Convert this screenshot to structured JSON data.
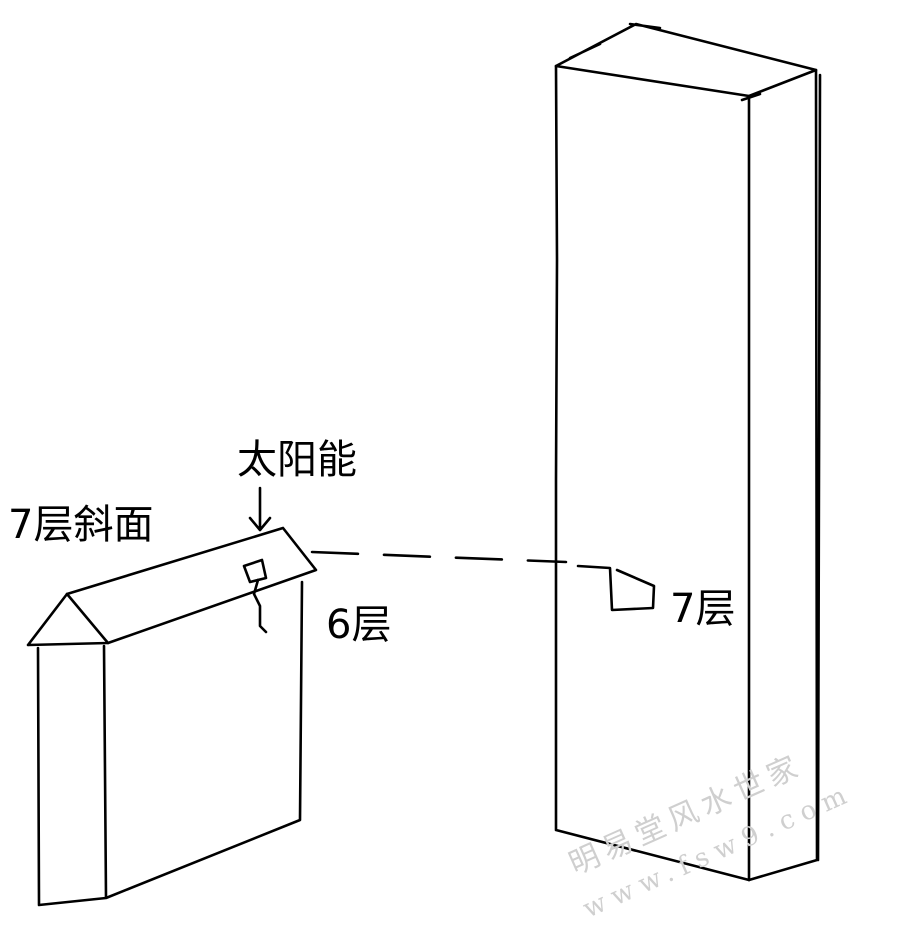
{
  "labels": {
    "slope_label": "7层斜面",
    "solar_label": "太阳能",
    "low_building_label": "6层",
    "tall_building_label": "7层"
  },
  "watermark": {
    "site_name": "明易堂风水世家",
    "url": "www.fsw9.com"
  }
}
